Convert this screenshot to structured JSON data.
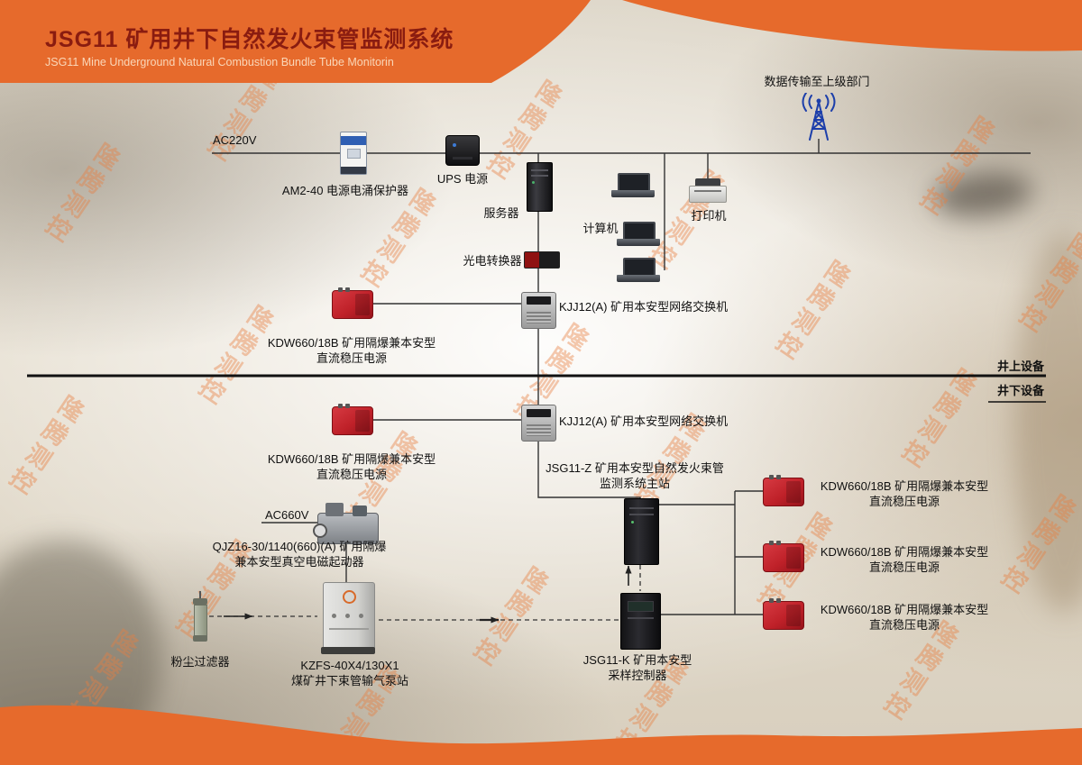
{
  "header": {
    "title": "JSG11 矿用井下自然发火束管监测系统",
    "subtitle": "JSG11 Mine Underground Natural Combustion Bundle Tube Monitorin"
  },
  "watermark": {
    "text": "隆腾测控"
  },
  "zones": {
    "surface": "井上设备",
    "underground": "井下设备"
  },
  "labels": {
    "uplink": "数据传输至上级部门",
    "ac220v": "AC220V",
    "surge_protector": "AM2-40 电源电涌保护器",
    "ups": "UPS 电源",
    "server": "服务器",
    "computer": "计算机",
    "printer": "打印机",
    "optical_converter": "光电转换器",
    "switch_surface": "KJJ12(A) 矿用本安型网络交换机",
    "kdw_surface_line1": "KDW660/18B 矿用隔爆兼本安型",
    "kdw_surface_line2": "直流稳压电源",
    "switch_underground": "KJJ12(A) 矿用本安型网络交换机",
    "kdw_underground_line1": "KDW660/18B 矿用隔爆兼本安型",
    "kdw_underground_line2": "直流稳压电源",
    "main_station_line1": "JSG11-Z 矿用本安型自然发火束管",
    "main_station_line2": "监测系统主站",
    "ac660v": "AC660V",
    "starter_line1": "QJZ16-30/1140(660)(A) 矿用隔爆",
    "starter_line2": "兼本安型真空电磁起动器",
    "dust_filter": "粉尘过滤器",
    "pump_line1": "KZFS-40X4/130X1",
    "pump_line2": "煤矿井下束管输气泵站",
    "sampler_line1": "JSG11-K 矿用本安型",
    "sampler_line2": "采样控制器",
    "kdw_right1_line1": "KDW660/18B 矿用隔爆兼本安型",
    "kdw_right1_line2": "直流稳压电源",
    "kdw_right2_line1": "KDW660/18B 矿用隔爆兼本安型",
    "kdw_right2_line2": "直流稳压电源",
    "kdw_right3_line1": "KDW660/18B 矿用隔爆兼本安型",
    "kdw_right3_line2": "直流稳压电源"
  },
  "colors": {
    "accent_orange": "#e66a2c",
    "device_red": "#c4232b",
    "antenna_blue": "#1d3faa"
  }
}
